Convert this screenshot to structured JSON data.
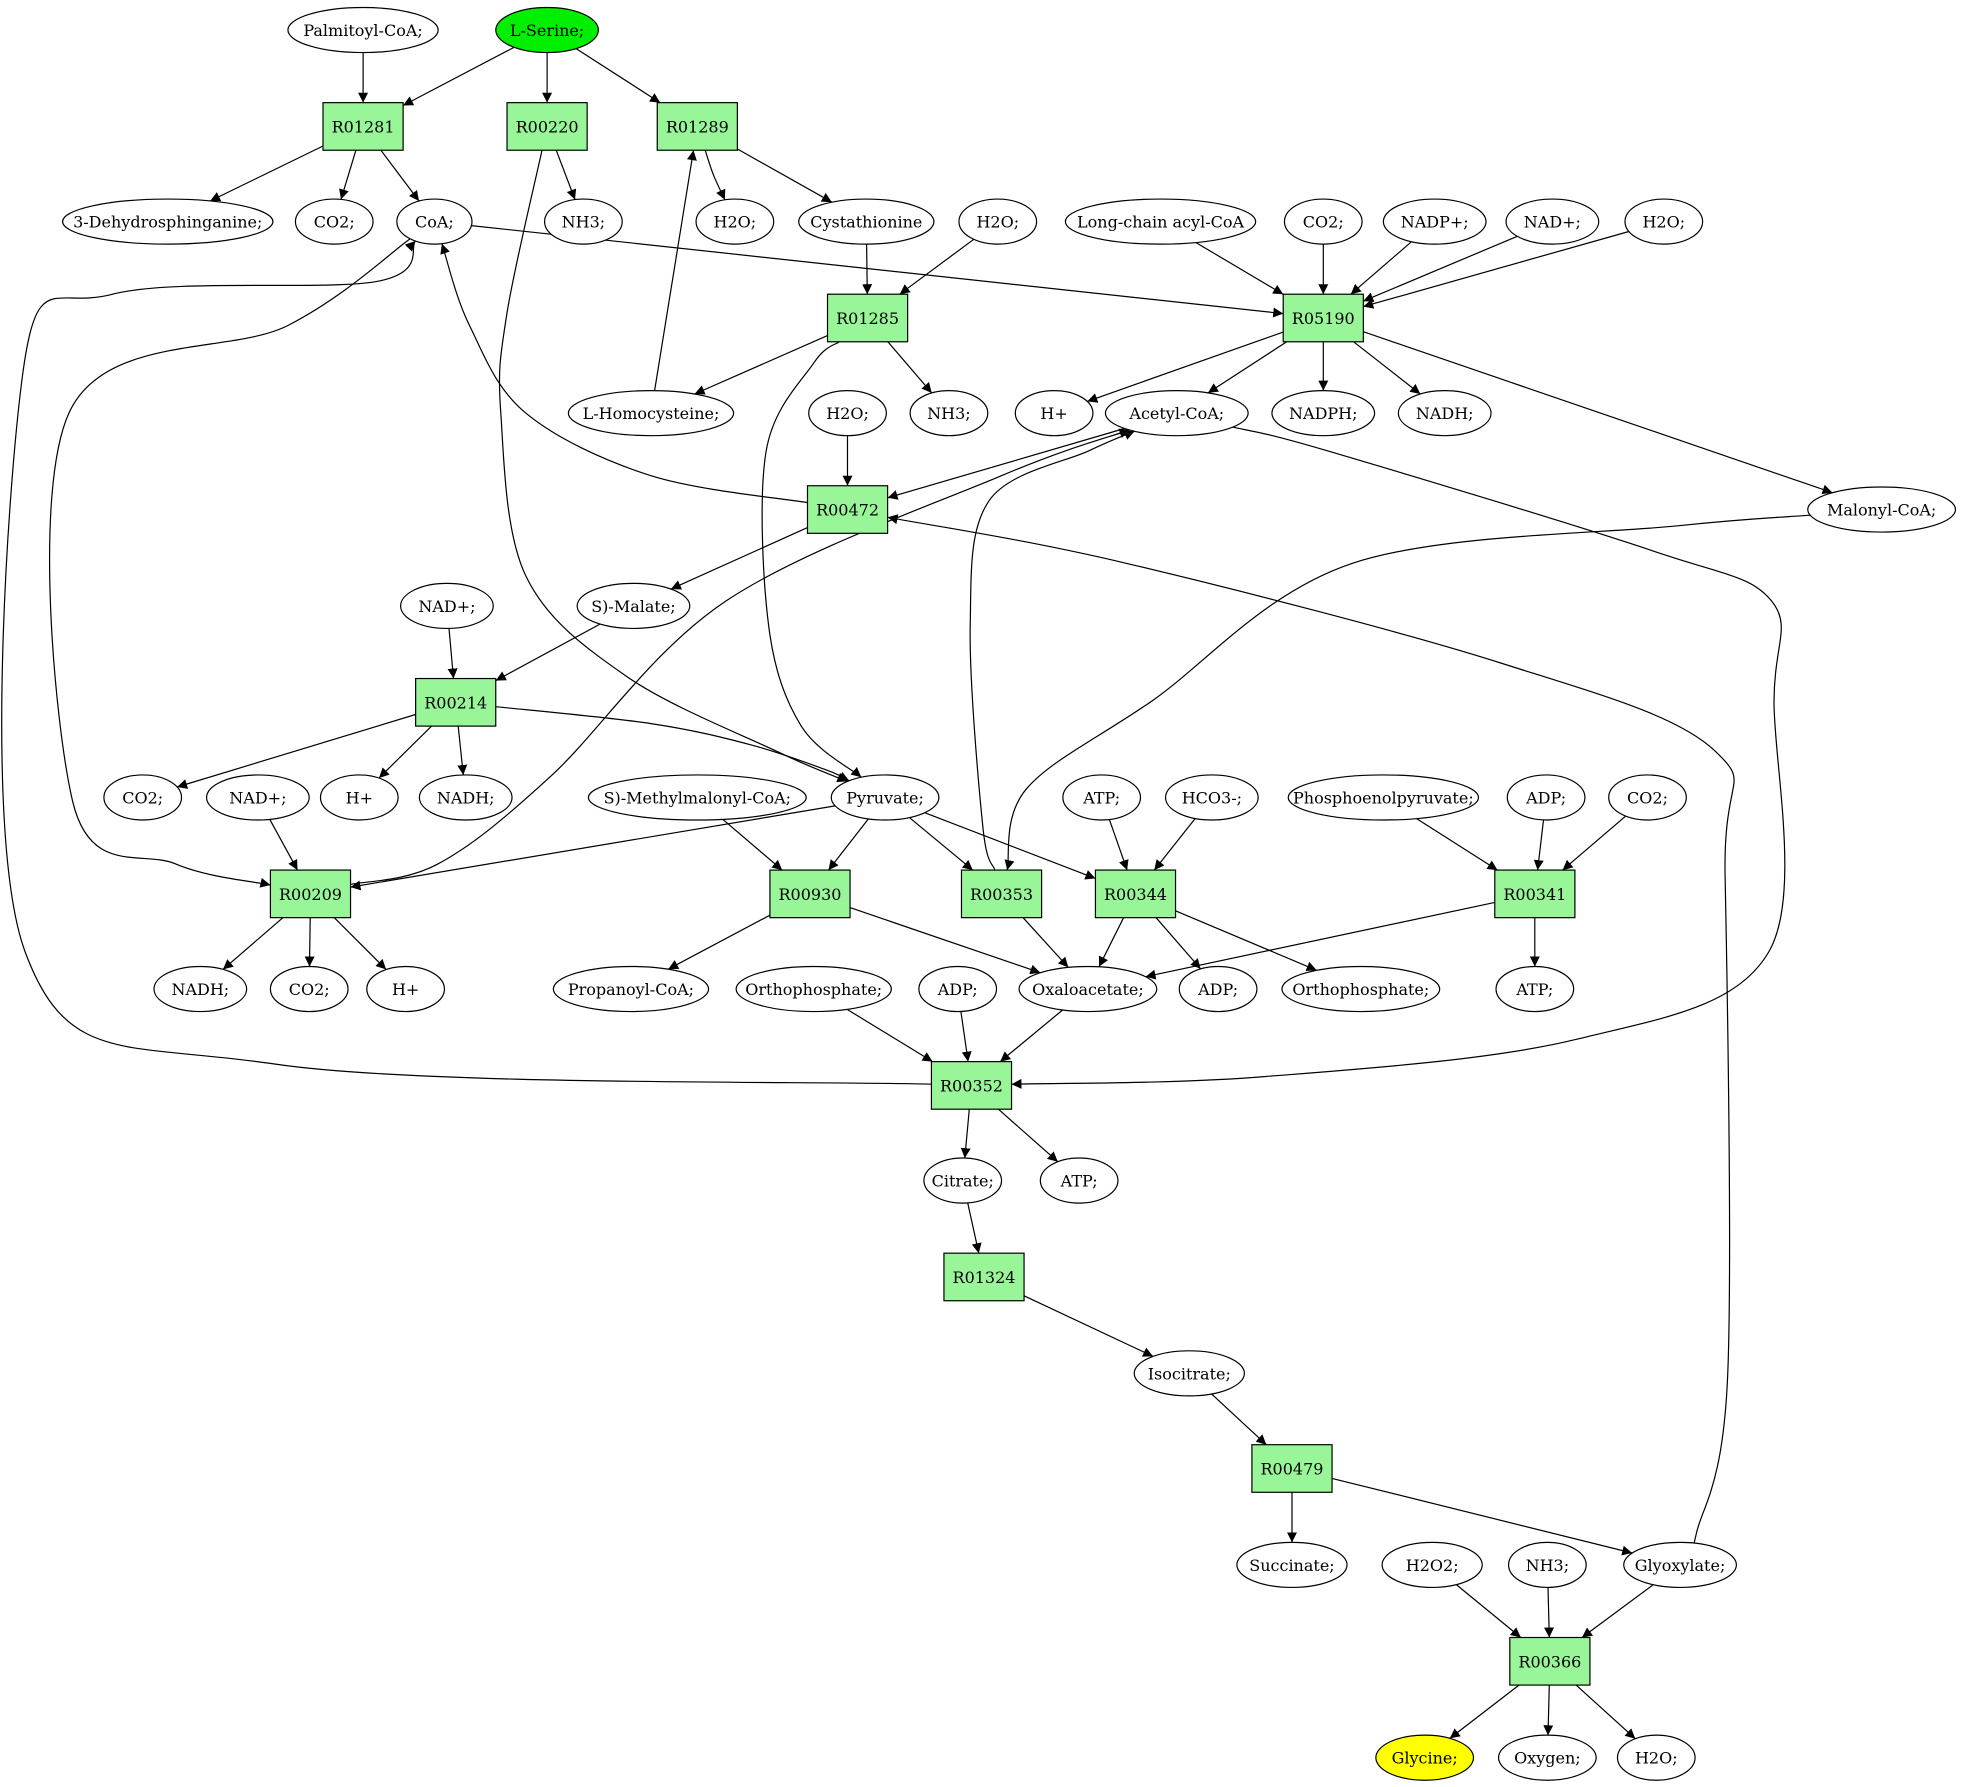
{
  "colors": {
    "reaction_fill": "#98f598",
    "start_fill": "#00ee00",
    "target_fill": "#ffff00",
    "compound_fill": "#ffffff",
    "stroke": "#000000"
  },
  "reactions": [
    {
      "id": "r01281",
      "label": "R01281"
    },
    {
      "id": "r00220",
      "label": "R00220"
    },
    {
      "id": "r01289",
      "label": "R01289"
    },
    {
      "id": "r01285",
      "label": "R01285"
    },
    {
      "id": "r05190",
      "label": "R05190"
    },
    {
      "id": "r00472",
      "label": "R00472"
    },
    {
      "id": "r00214",
      "label": "R00214"
    },
    {
      "id": "r00209",
      "label": "R00209"
    },
    {
      "id": "r00930",
      "label": "R00930"
    },
    {
      "id": "r00353",
      "label": "R00353"
    },
    {
      "id": "r00344",
      "label": "R00344"
    },
    {
      "id": "r00341",
      "label": "R00341"
    },
    {
      "id": "r00352",
      "label": "R00352"
    },
    {
      "id": "r01324",
      "label": "R01324"
    },
    {
      "id": "r00479",
      "label": "R00479"
    },
    {
      "id": "r00366",
      "label": "R00366"
    }
  ],
  "compounds": [
    {
      "id": "palmitoyl",
      "label": "Palmitoyl-CoA;"
    },
    {
      "id": "serine",
      "label": "L-Serine;",
      "role": "start"
    },
    {
      "id": "dehydro",
      "label": "3-Dehydrosphinganine;"
    },
    {
      "id": "co2a",
      "label": "CO2;"
    },
    {
      "id": "coa",
      "label": "CoA;"
    },
    {
      "id": "nh3a",
      "label": "NH3;"
    },
    {
      "id": "h2oa",
      "label": "H2O;"
    },
    {
      "id": "cysta",
      "label": "Cystathionine"
    },
    {
      "id": "h2ob",
      "label": "H2O;"
    },
    {
      "id": "lcacoa",
      "label": "Long-chain acyl-CoA"
    },
    {
      "id": "co2b",
      "label": "CO2;"
    },
    {
      "id": "nadp",
      "label": "NADP+;"
    },
    {
      "id": "nada",
      "label": "NAD+;"
    },
    {
      "id": "h2oc",
      "label": "H2O;"
    },
    {
      "id": "homocys",
      "label": "L-Homocysteine;"
    },
    {
      "id": "h2od",
      "label": "H2O;"
    },
    {
      "id": "nh3b",
      "label": "NH3;"
    },
    {
      "id": "hpa",
      "label": "H+"
    },
    {
      "id": "acetyl",
      "label": "Acetyl-CoA;"
    },
    {
      "id": "nadph",
      "label": "NADPH;"
    },
    {
      "id": "nadha",
      "label": "NADH;"
    },
    {
      "id": "malonyl",
      "label": "Malonyl-CoA;"
    },
    {
      "id": "nadb",
      "label": "NAD+;"
    },
    {
      "id": "malate",
      "label": "S)-Malate;"
    },
    {
      "id": "co2c",
      "label": "CO2;"
    },
    {
      "id": "nadc",
      "label": "NAD+;"
    },
    {
      "id": "hpb",
      "label": "H+"
    },
    {
      "id": "nadhb",
      "label": "NADH;"
    },
    {
      "id": "methylmal",
      "label": "S)-Methylmalonyl-CoA;"
    },
    {
      "id": "pyruvate",
      "label": "Pyruvate;"
    },
    {
      "id": "atpa",
      "label": "ATP;"
    },
    {
      "id": "hco3",
      "label": "HCO3-;"
    },
    {
      "id": "pep",
      "label": "Phosphoenolpyruvate;"
    },
    {
      "id": "adpa",
      "label": "ADP;"
    },
    {
      "id": "co2d",
      "label": "CO2;"
    },
    {
      "id": "nadhc",
      "label": "NADH;"
    },
    {
      "id": "co2e",
      "label": "CO2;"
    },
    {
      "id": "hpc",
      "label": "H+"
    },
    {
      "id": "propanoyl",
      "label": "Propanoyl-CoA;"
    },
    {
      "id": "orthoa",
      "label": "Orthophosphate;"
    },
    {
      "id": "adpb",
      "label": "ADP;"
    },
    {
      "id": "oxalo",
      "label": "Oxaloacetate;"
    },
    {
      "id": "adpc",
      "label": "ADP;"
    },
    {
      "id": "orthob",
      "label": "Orthophosphate;"
    },
    {
      "id": "atpb",
      "label": "ATP;"
    },
    {
      "id": "citrate",
      "label": "Citrate;"
    },
    {
      "id": "atpc",
      "label": "ATP;"
    },
    {
      "id": "isocitrate",
      "label": "Isocitrate;"
    },
    {
      "id": "succinate",
      "label": "Succinate;"
    },
    {
      "id": "h2o2",
      "label": "H2O2;"
    },
    {
      "id": "nh3c",
      "label": "NH3;"
    },
    {
      "id": "glyoxylate",
      "label": "Glyoxylate;"
    },
    {
      "id": "glycine",
      "label": "Glycine;",
      "role": "target"
    },
    {
      "id": "oxygen",
      "label": "Oxygen;"
    },
    {
      "id": "h2oe",
      "label": "H2O;"
    }
  ],
  "edges": [
    [
      "palmitoyl",
      "r01281"
    ],
    [
      "serine",
      "r01281"
    ],
    [
      "serine",
      "r00220"
    ],
    [
      "serine",
      "r01289"
    ],
    [
      "r01281",
      "dehydro"
    ],
    [
      "r01281",
      "co2a"
    ],
    [
      "r01281",
      "coa"
    ],
    [
      "r00220",
      "nh3a"
    ],
    [
      "r00220",
      "pyruvate"
    ],
    [
      "r01289",
      "h2oa"
    ],
    [
      "r01289",
      "cysta"
    ],
    [
      "homocys",
      "r01289"
    ],
    [
      "cysta",
      "r01285"
    ],
    [
      "h2ob",
      "r01285"
    ],
    [
      "r01285",
      "homocys"
    ],
    [
      "r01285",
      "nh3b"
    ],
    [
      "r01285",
      "pyruvate"
    ],
    [
      "coa",
      "r05190"
    ],
    [
      "lcacoa",
      "r05190"
    ],
    [
      "co2b",
      "r05190"
    ],
    [
      "nadp",
      "r05190"
    ],
    [
      "nada",
      "r05190"
    ],
    [
      "h2oc",
      "r05190"
    ],
    [
      "r05190",
      "hpa"
    ],
    [
      "r05190",
      "acetyl"
    ],
    [
      "r05190",
      "nadph"
    ],
    [
      "r05190",
      "nadha"
    ],
    [
      "r05190",
      "malonyl"
    ],
    [
      "h2od",
      "r00472"
    ],
    [
      "acetyl",
      "r00472"
    ],
    [
      "glyoxylate",
      "r00472"
    ],
    [
      "r00472",
      "coa"
    ],
    [
      "r00472",
      "malate"
    ],
    [
      "nadb",
      "r00214"
    ],
    [
      "malate",
      "r00214"
    ],
    [
      "r00214",
      "co2c"
    ],
    [
      "r00214",
      "hpb"
    ],
    [
      "r00214",
      "nadhb"
    ],
    [
      "r00214",
      "pyruvate"
    ],
    [
      "nadc",
      "r00209"
    ],
    [
      "coa",
      "r00209"
    ],
    [
      "pyruvate",
      "r00209"
    ],
    [
      "r00209",
      "acetyl"
    ],
    [
      "r00209",
      "nadhc"
    ],
    [
      "r00209",
      "co2e"
    ],
    [
      "r00209",
      "hpc"
    ],
    [
      "methylmal",
      "r00930"
    ],
    [
      "pyruvate",
      "r00930"
    ],
    [
      "r00930",
      "propanoyl"
    ],
    [
      "r00930",
      "oxalo"
    ],
    [
      "pyruvate",
      "r00353"
    ],
    [
      "malonyl",
      "r00353"
    ],
    [
      "r00353",
      "acetyl"
    ],
    [
      "r00353",
      "oxalo"
    ],
    [
      "pyruvate",
      "r00344"
    ],
    [
      "atpa",
      "r00344"
    ],
    [
      "hco3",
      "r00344"
    ],
    [
      "r00344",
      "oxalo"
    ],
    [
      "r00344",
      "adpc"
    ],
    [
      "r00344",
      "orthob"
    ],
    [
      "pep",
      "r00341"
    ],
    [
      "adpa",
      "r00341"
    ],
    [
      "co2d",
      "r00341"
    ],
    [
      "r00341",
      "oxalo"
    ],
    [
      "r00341",
      "atpb"
    ],
    [
      "orthoa",
      "r00352"
    ],
    [
      "adpb",
      "r00352"
    ],
    [
      "oxalo",
      "r00352"
    ],
    [
      "acetyl",
      "r00352"
    ],
    [
      "r00352",
      "coa"
    ],
    [
      "r00352",
      "citrate"
    ],
    [
      "r00352",
      "atpc"
    ],
    [
      "citrate",
      "r01324"
    ],
    [
      "r01324",
      "isocitrate"
    ],
    [
      "isocitrate",
      "r00479"
    ],
    [
      "r00479",
      "succinate"
    ],
    [
      "r00479",
      "glyoxylate"
    ],
    [
      "h2o2",
      "r00366"
    ],
    [
      "nh3c",
      "r00366"
    ],
    [
      "glyoxylate",
      "r00366"
    ],
    [
      "r00366",
      "glycine"
    ],
    [
      "r00366",
      "oxygen"
    ],
    [
      "r00366",
      "h2oe"
    ]
  ]
}
